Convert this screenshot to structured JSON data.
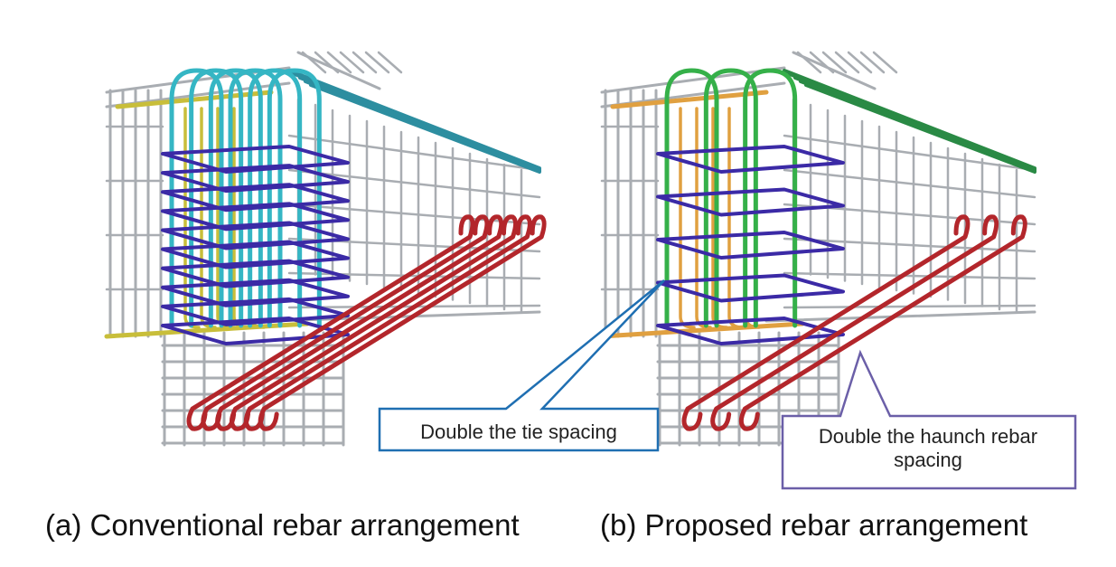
{
  "panels": [
    {
      "id": "a",
      "caption": "(a) Conventional rebar arrangement",
      "tie_count": 10,
      "haunch_bar_count": 6,
      "colors": {
        "frame": "#a9adb2",
        "top_bars": "#2d8ea0",
        "stirrups": "#35b6c4",
        "ties": "#3b2aa6",
        "horizontal_bars": "#c8be3a",
        "haunch_bars": "#b3262b"
      }
    },
    {
      "id": "b",
      "caption": "(b) Proposed rebar arrangement",
      "tie_count": 5,
      "haunch_bar_count": 3,
      "colors": {
        "frame": "#a9adb2",
        "top_bars": "#2a8a45",
        "stirrups": "#35b049",
        "ties": "#3b2aa6",
        "horizontal_bars": "#e0a040",
        "haunch_bars": "#b3262b"
      }
    }
  ],
  "callouts": {
    "tie": {
      "text": "Double the tie spacing",
      "color": "#1f6fb2",
      "fill": "#ffffff"
    },
    "haunch": {
      "text": "Double the haunch rebar spacing",
      "color": "#6b5fa8",
      "fill": "#ffffff"
    }
  }
}
